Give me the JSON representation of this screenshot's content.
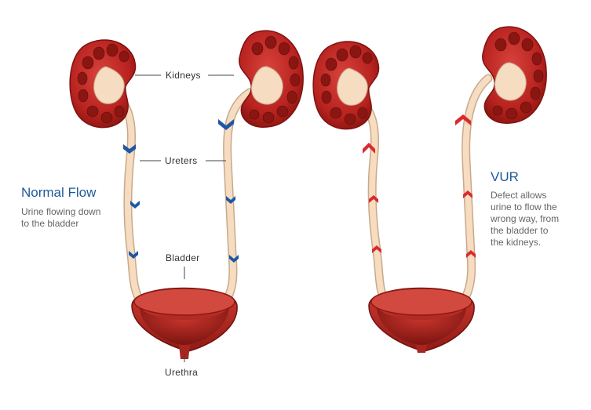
{
  "labels": {
    "kidneys": "Kidneys",
    "ureters": "Ureters",
    "bladder": "Bladder",
    "urethra": "Urethra"
  },
  "panels": [
    {
      "title": "Normal Flow",
      "description_lines": [
        "Urine flowing down",
        "to the bladder"
      ],
      "flow_direction": "down",
      "chevron_color": "#1d57a6"
    },
    {
      "title": "VUR",
      "description_lines": [
        "Defect allows",
        "urine to flow the",
        "wrong way, from",
        "the bladder to",
        "the kidneys."
      ],
      "flow_direction": "up",
      "chevron_color": "#d92b2e"
    }
  ],
  "colors": {
    "kidney": "#b8221f",
    "kidney_dark": "#7d1312",
    "ureter": "#f6dcc0",
    "ureter_outline": "#c9a98a",
    "bladder": "#b52a24",
    "bladder_inner": "#8e1814",
    "title": "#1f5a9a"
  }
}
